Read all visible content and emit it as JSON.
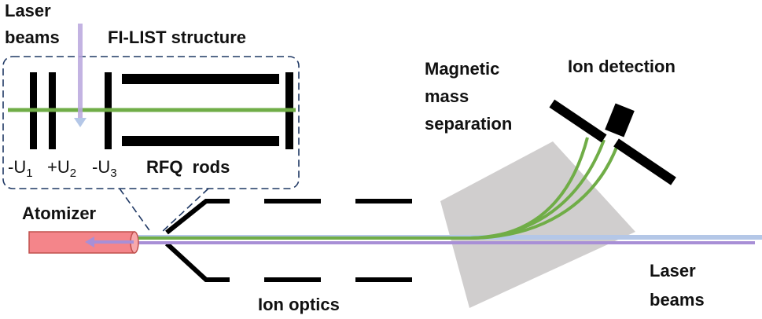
{
  "labels": {
    "laser_beams_top_line1": "Laser",
    "laser_beams_top_line2": "beams",
    "filist_structure": "FI-LIST structure",
    "voltage_u1_sign": "-U",
    "voltage_u1_sub": "1",
    "voltage_u2_sign": "+U",
    "voltage_u2_sub": "2",
    "voltage_u3_sign": "-U",
    "voltage_u3_sub": "3",
    "rfq_rods": "RFQ  rods",
    "atomizer": "Atomizer",
    "ion_optics": "Ion optics",
    "magnetic_line1": "Magnetic",
    "magnetic_line2": "mass",
    "magnetic_line3": "separation",
    "ion_detection": "Ion detection",
    "laser_beams_right_line1": "Laser",
    "laser_beams_right_line2": "beams"
  },
  "colors": {
    "ion_beam": "#70ad47",
    "laser_beam": "#a88fd6",
    "laser_beam_light": "#b4c7e7",
    "atomizer_fill": "#f4858a",
    "atomizer_stroke": "#c0504d",
    "magnet": "#d0cece",
    "electrode": "#000000",
    "inset_border": "#1f3864"
  }
}
